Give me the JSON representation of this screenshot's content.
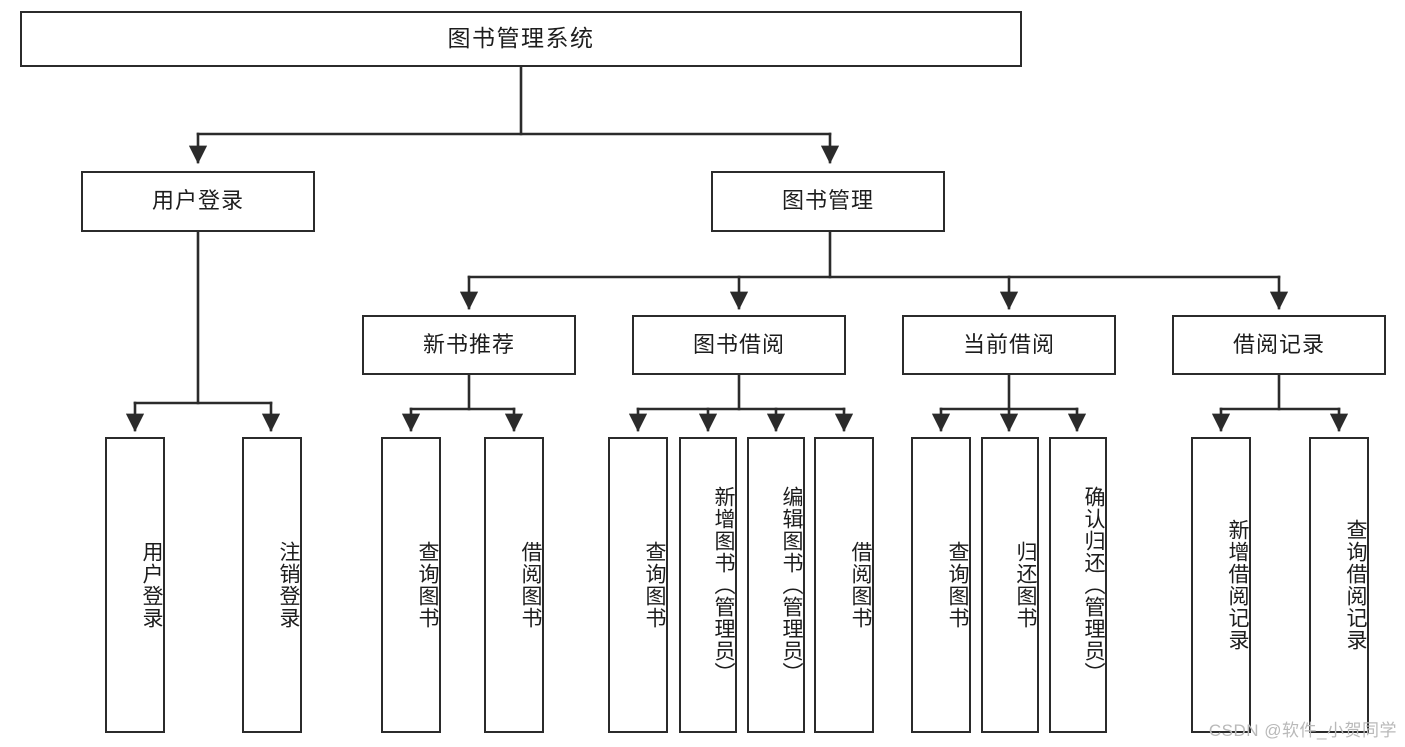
{
  "diagram": {
    "title_node": {
      "id": "root",
      "label": "图书管理系统"
    },
    "level2": [
      {
        "id": "user-login",
        "label": "用户登录"
      },
      {
        "id": "book-manage",
        "label": "图书管理"
      }
    ],
    "level3": [
      {
        "id": "new-book-rec",
        "label": "新书推荐"
      },
      {
        "id": "book-borrow",
        "label": "图书借阅"
      },
      {
        "id": "current-borrow",
        "label": "当前借阅"
      },
      {
        "id": "borrow-record",
        "label": "借阅记录"
      }
    ],
    "leaves": {
      "user_login": [
        {
          "id": "leaf-user-login",
          "label": "用户登录"
        },
        {
          "id": "leaf-logout-login",
          "label": "注销登录"
        }
      ],
      "new_book_rec": [
        {
          "id": "leaf-query-book-1",
          "label": "查询图书"
        },
        {
          "id": "leaf-borrow-book-1",
          "label": "借阅图书"
        }
      ],
      "book_borrow": [
        {
          "id": "leaf-query-book-2",
          "label": "查询图书"
        },
        {
          "id": "leaf-add-book",
          "label": "新增图书（管理员）"
        },
        {
          "id": "leaf-edit-book",
          "label": "编辑图书（管理员）"
        },
        {
          "id": "leaf-borrow-book-2",
          "label": "借阅图书"
        }
      ],
      "current_borrow": [
        {
          "id": "leaf-query-book-3",
          "label": "查询图书"
        },
        {
          "id": "leaf-return-book",
          "label": "归还图书"
        },
        {
          "id": "leaf-confirm-return",
          "label": "确认归还（管理员）"
        }
      ],
      "borrow_record": [
        {
          "id": "leaf-add-record",
          "label": "新增借阅记录"
        },
        {
          "id": "leaf-query-record",
          "label": "查询借阅记录"
        }
      ]
    },
    "watermark": "CSDN @软件_小贺同学",
    "colors": {
      "stroke": "#2b2b2b",
      "fill": "#ffffff",
      "text": "#1d1d1d",
      "watermark": "#b9b9b9"
    }
  }
}
